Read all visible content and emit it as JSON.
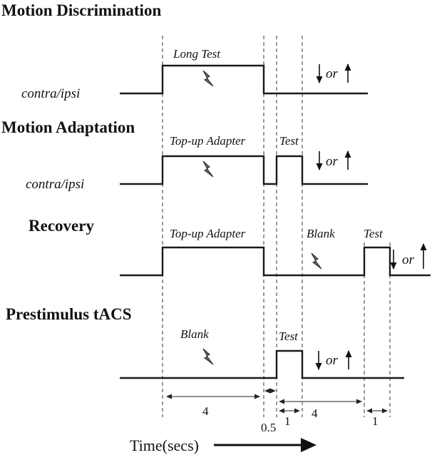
{
  "headings": {
    "motion_discrimination": "Motion Discrimination",
    "motion_adaptation": "Motion Adaptation",
    "recovery": "Recovery",
    "prestimulus": "Prestimulus tACS"
  },
  "side_labels": {
    "row1": "contra/ipsi",
    "row2": "contra/ipsi"
  },
  "stimulus_labels": {
    "long_test": "Long Test",
    "topup_adapter_1": "Top-up Adapter",
    "test_1": "Test",
    "topup_adapter_2": "Top-up Adapter",
    "blank_1": "Blank",
    "test_2": "Test",
    "blank_2": "Blank",
    "test_3": "Test"
  },
  "response_word": "or",
  "durations": {
    "d1": "4",
    "d2": "0.5",
    "d3": "1",
    "d4": "4",
    "d5": "1"
  },
  "time_axis": {
    "label": "Time(secs)"
  },
  "icons": {
    "stimulation": "lightning-bolt-icon",
    "response": "down-or-up-arrow-icon",
    "time": "right-arrow-icon"
  }
}
